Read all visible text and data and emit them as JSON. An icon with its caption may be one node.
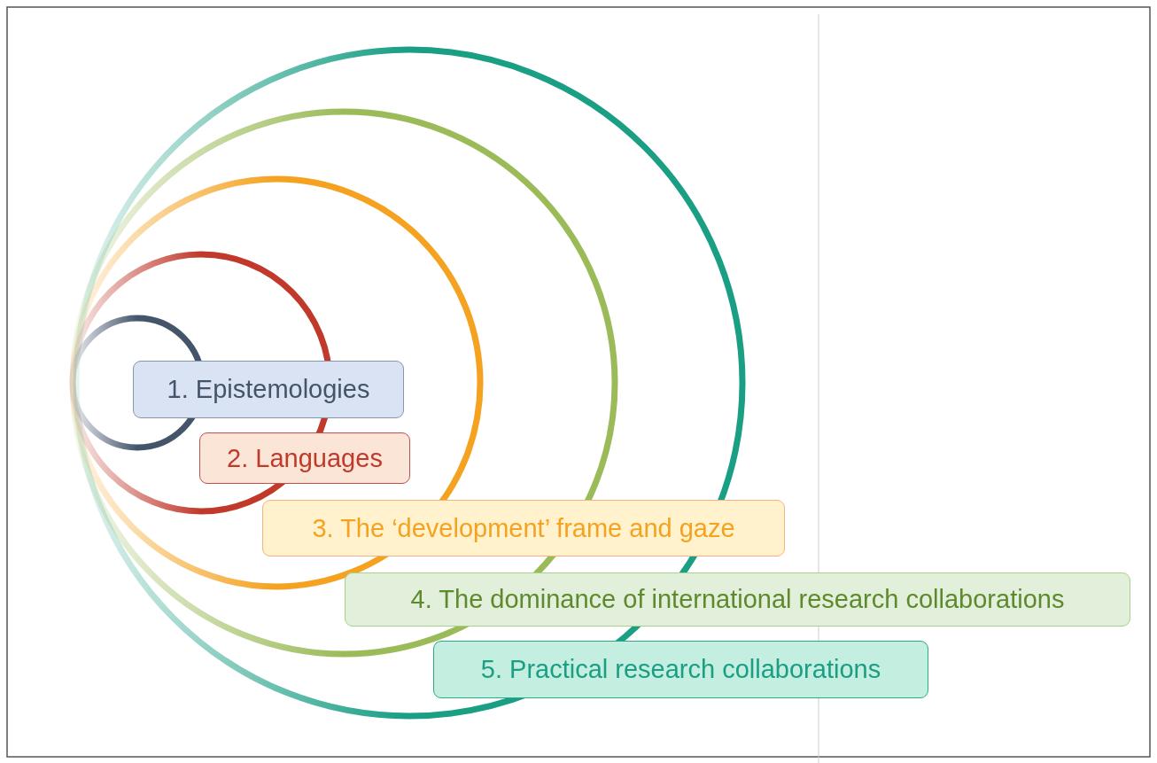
{
  "diagram": {
    "nodes": [
      {
        "text": [
          "1. Epistemologies"
        ]
      },
      {
        "text": [
          "2. Languages"
        ]
      },
      {
        "text": [
          "3. The ‘development’ frame and gaze"
        ]
      },
      {
        "text": [
          "4. The dominance of international research collaborations"
        ]
      },
      {
        "text": [
          "5. Practical research collaborations"
        ]
      }
    ]
  }
}
